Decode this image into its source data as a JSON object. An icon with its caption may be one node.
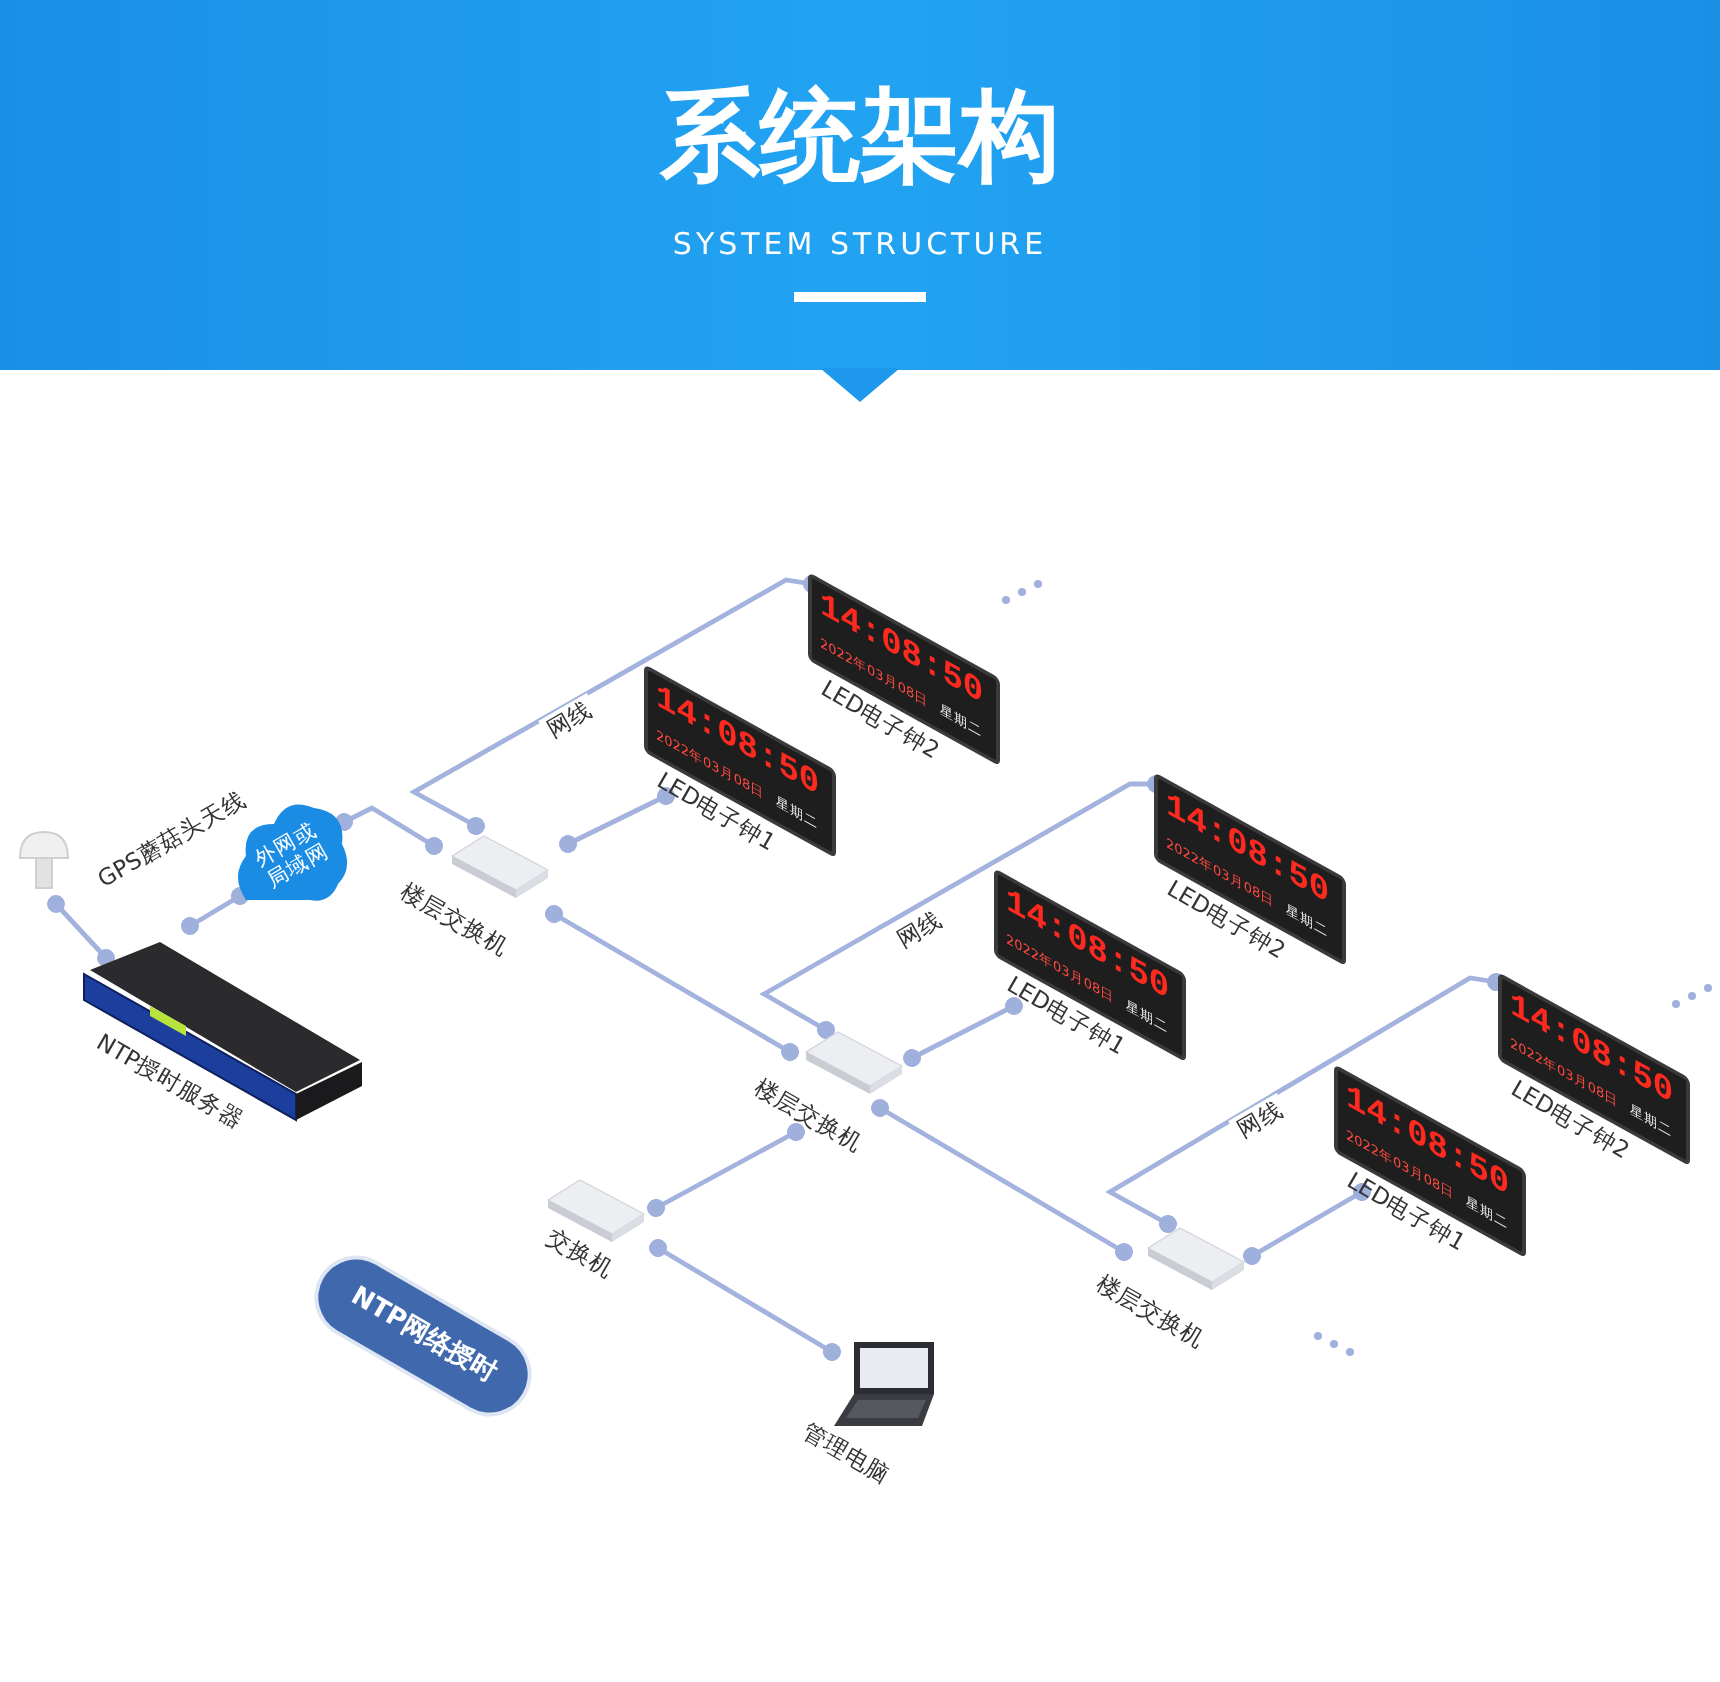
{
  "diagram": {
    "title": "系统架构",
    "nodes": [
      {
        "text": [
          "GPS蘑菇头天线"
        ]
      },
      {
        "text": [
          "外网或局域网"
        ]
      },
      {
        "text": [
          "NTP授时服务器"
        ]
      },
      {
        "text": [
          "楼层交换机"
        ]
      },
      {
        "text": [
          "14:08:50",
          "2022年03月08日",
          "星期二",
          "LED电子钟1"
        ]
      },
      {
        "text": [
          "14:08:50",
          "2022年03月08日",
          "星期二",
          "LED电子钟2"
        ]
      },
      {
        "text": [
          "楼层交换机"
        ]
      },
      {
        "text": [
          "14:08:50",
          "2022年03月08日",
          "星期二",
          "LED电子钟1"
        ]
      },
      {
        "text": [
          "14:08:50",
          "2022年03月08日",
          "星期二",
          "LED电子钟2"
        ]
      },
      {
        "text": [
          "楼层交换机"
        ]
      },
      {
        "text": [
          "14:08:50",
          "2022年03月08日",
          "星期二",
          "LED电子钟1"
        ]
      },
      {
        "text": [
          "14:08:50",
          "2022年03月08日",
          "星期二",
          "LED电子钟2"
        ]
      },
      {
        "text": [
          "交换机"
        ]
      },
      {
        "text": [
          "管理电脑"
        ]
      },
      {
        "text": [
          "NTP网络授时"
        ]
      }
    ],
    "edges": [
      {
        "from": 0,
        "to": 2,
        "arrow": "other"
      },
      {
        "from": 2,
        "to": 1,
        "arrow": "other"
      },
      {
        "from": 1,
        "to": 3,
        "arrow": "other"
      },
      {
        "from": 3,
        "to": 4,
        "arrow": "other"
      },
      {
        "from": 3,
        "to": 5,
        "arrow": "other",
        "label": "网线"
      },
      {
        "from": 3,
        "to": 6,
        "arrow": "other"
      },
      {
        "from": 6,
        "to": 7,
        "arrow": "other"
      },
      {
        "from": 6,
        "to": 8,
        "arrow": "other",
        "label": "网线"
      },
      {
        "from": 6,
        "to": 9,
        "arrow": "other"
      },
      {
        "from": 6,
        "to": 12,
        "arrow": "other"
      },
      {
        "from": 12,
        "to": 13,
        "arrow": "other"
      },
      {
        "from": 9,
        "to": 10,
        "arrow": "other"
      },
      {
        "from": 9,
        "to": 11,
        "arrow": "other",
        "label": "网线"
      }
    ],
    "labels": [
      "SYSTEM STRUCTURE"
    ]
  }
}
